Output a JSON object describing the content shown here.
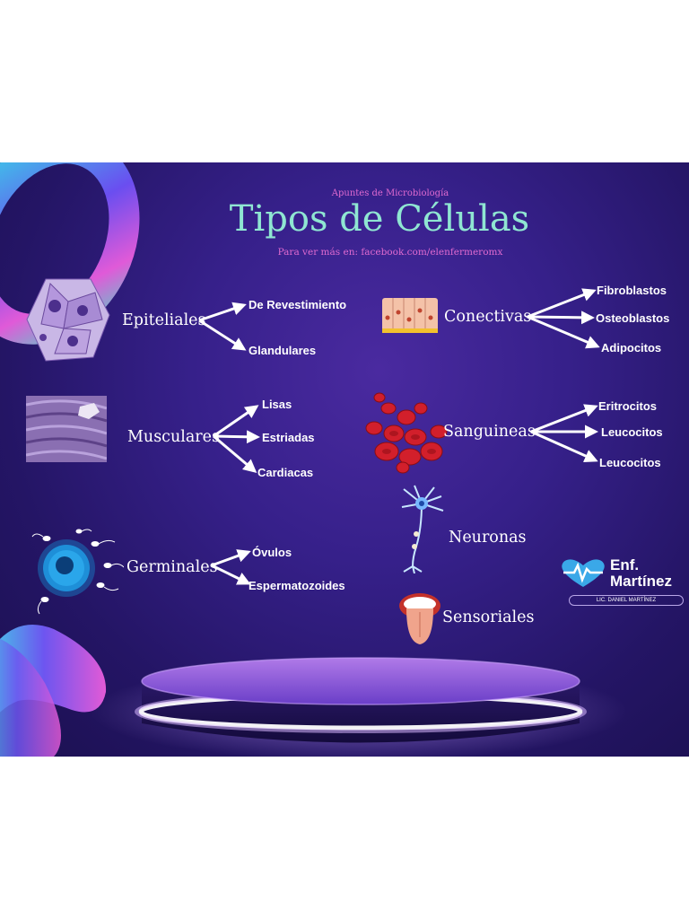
{
  "header": {
    "subtitle": "Apuntes de Microbiología",
    "title": "Tipos de Células",
    "facebook": "Para ver más en: facebook.com/elenfermeromx"
  },
  "categories": {
    "epiteliales": {
      "label": "Epiteliales",
      "items": [
        "De Revestimiento",
        "Glandulares"
      ]
    },
    "conectivas": {
      "label": "Conectivas",
      "items": [
        "Fibroblastos",
        "Osteoblastos",
        "Adipocitos"
      ]
    },
    "musculares": {
      "label": "Musculares",
      "items": [
        "Lisas",
        "Estriadas",
        "Cardiacas"
      ]
    },
    "sanguineas": {
      "label": "Sanguineas",
      "items": [
        "Eritrocitos",
        "Leucocitos",
        "Leucocitos"
      ]
    },
    "germinales": {
      "label": "Germinales",
      "items": [
        "Óvulos",
        "Espermatozoides"
      ]
    },
    "neuronas": {
      "label": "Neuronas"
    },
    "sensoriales": {
      "label": "Sensoriales"
    }
  },
  "logo": {
    "line1": "Enf.",
    "line2": "Martínez",
    "lic": "LIC. DANIEL MARTÍNEZ"
  },
  "colors": {
    "background": "#2a1870",
    "title": "#8fe6d2",
    "accent_pink": "#e06ad0",
    "text": "#ffffff",
    "logo_blue": "#3aa8e8"
  },
  "icons": [
    "epithelial-cells-icon",
    "connective-tissue-icon",
    "muscle-tissue-icon",
    "blood-cells-icon",
    "ovum-sperm-icon",
    "neuron-icon",
    "tongue-icon",
    "heartbeat-logo-icon",
    "podium-decoration",
    "ring-decoration"
  ]
}
